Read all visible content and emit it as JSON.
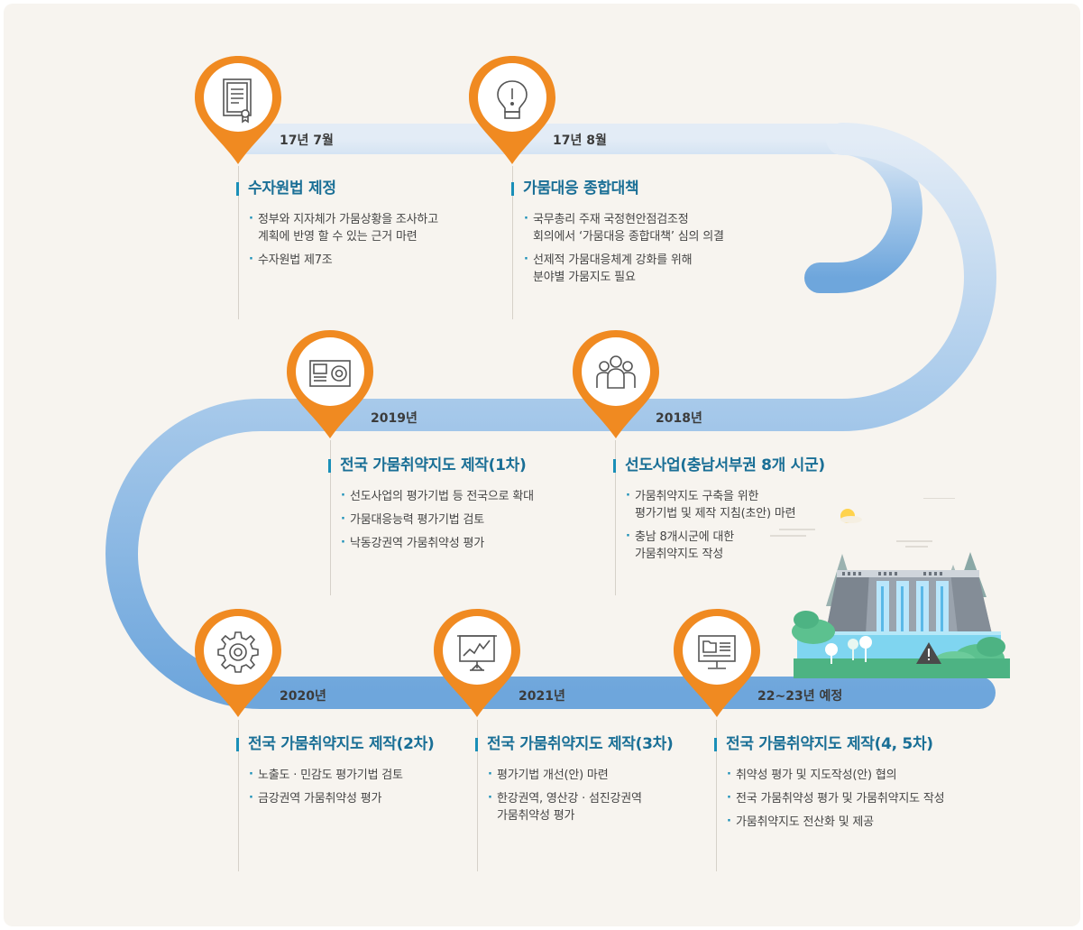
{
  "colors": {
    "pin_orange": "#f08a21",
    "pin_dark": "#c9650c",
    "track_top": "#dde9f5",
    "track_bottom": "#6ea6dc",
    "title_blue": "#1a6f96",
    "accent_bar": "#1a8fb8"
  },
  "milestones": [
    {
      "date": "17년 7월",
      "icon": "certificate-document-icon",
      "title": "수자원법 제정",
      "items": [
        "정부와 지자체가 가뭄상황을 조사하고\n계획에 반영 할 수 있는 근거 마련",
        "수자원법 제7조"
      ]
    },
    {
      "date": "17년 8월",
      "icon": "lightbulb-icon",
      "title": "가뭄대응 종합대책",
      "items": [
        "국무총리 주재 국정현안점검조정\n회의에서 ‘가뭄대응 종합대책’ 심의 의결",
        "선제적 가뭄대응체계 강화를 위해\n분야별 가뭄지도 필요"
      ]
    },
    {
      "date": "2018년",
      "icon": "people-group-icon",
      "title": "선도사업(충남서부권 8개 시군)",
      "items": [
        "가뭄취약지도 구축을 위한\n평가기법 및 제작 지침(초안) 마련",
        "충남 8개시군에 대한\n가뭄취약지도 작성"
      ]
    },
    {
      "date": "2019년",
      "icon": "map-device-icon",
      "title": "전국 가뭄취약지도 제작(1차)",
      "items": [
        "선도사업의 평가기법 등 전국으로 확대",
        "가뭄대응능력 평가기법 검토",
        "낙동강권역 가뭄취약성 평가"
      ]
    },
    {
      "date": "2020년",
      "icon": "gear-icon",
      "title": "전국 가뭄취약지도 제작(2차)",
      "items": [
        "노출도 · 민감도 평가기법 검토",
        "금강권역 가뭄취약성 평가"
      ]
    },
    {
      "date": "2021년",
      "icon": "presentation-chart-icon",
      "title": "전국 가뭄취약지도 제작(3차)",
      "items": [
        "평가기법 개선(안) 마련",
        "한강권역, 영산강 · 섬진강권역\n가뭄취약성 평가"
      ]
    },
    {
      "date": "22~23년 예정",
      "icon": "monitor-folder-icon",
      "title": "전국 가뭄취약지도 제작(4, 5차)",
      "items": [
        "취약성 평가 및 지도작성(안) 협의",
        "전국 가뭄취약성 평가 및 가뭄취약지도 작성",
        "가뭄취약지도 전산화 및 제공"
      ]
    }
  ]
}
